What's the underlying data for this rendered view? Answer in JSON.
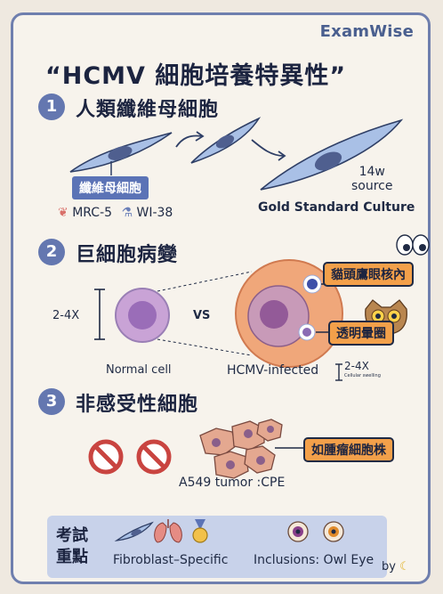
{
  "brand": "ExamWise",
  "title": "“HCMV 細胞培養特異性”",
  "sections": [
    {
      "number": "1",
      "title": "人類纖維母細胞",
      "label": "纖維母細胞",
      "lines": [
        "MRC-5",
        "WI-38"
      ],
      "source_note": "14w\nsource",
      "gold_standard": "Gold Standard Culture"
    },
    {
      "number": "2",
      "title": "巨細胞病變",
      "size_label": "2-4X",
      "vs": "VS",
      "normal": "Normal cell",
      "infected": "HCMV-infected",
      "infected_size": "2-4X",
      "infected_size_sub": "Cellular swelling",
      "callout_owl": "貓頭鷹眼核內",
      "callout_halo": "透明暈圈"
    },
    {
      "number": "3",
      "title": "非感受性細胞",
      "tumor_label": "A549 tumor :CPE",
      "callout_tumor": "如腫瘤細胞株"
    }
  ],
  "summary": {
    "title_line1": "考試",
    "title_line2": "重點",
    "item1": "Fibroblast–Specific",
    "item2": "Inclusions: Owl Eye"
  },
  "byline": "by",
  "colors": {
    "accent": "#6477b0",
    "callout": "#f3a04a",
    "frame": "#6f7fae",
    "cell_blue": "#a9c0e6",
    "cell_purple": "#c9a3d6",
    "infected_orange": "#f0a77a"
  },
  "icons": [
    "lungs-icon",
    "microscope-icon",
    "no-entry-icon",
    "eyes-icon",
    "owl-icon",
    "medal-icon",
    "eyeball-icon",
    "banana-icon"
  ]
}
